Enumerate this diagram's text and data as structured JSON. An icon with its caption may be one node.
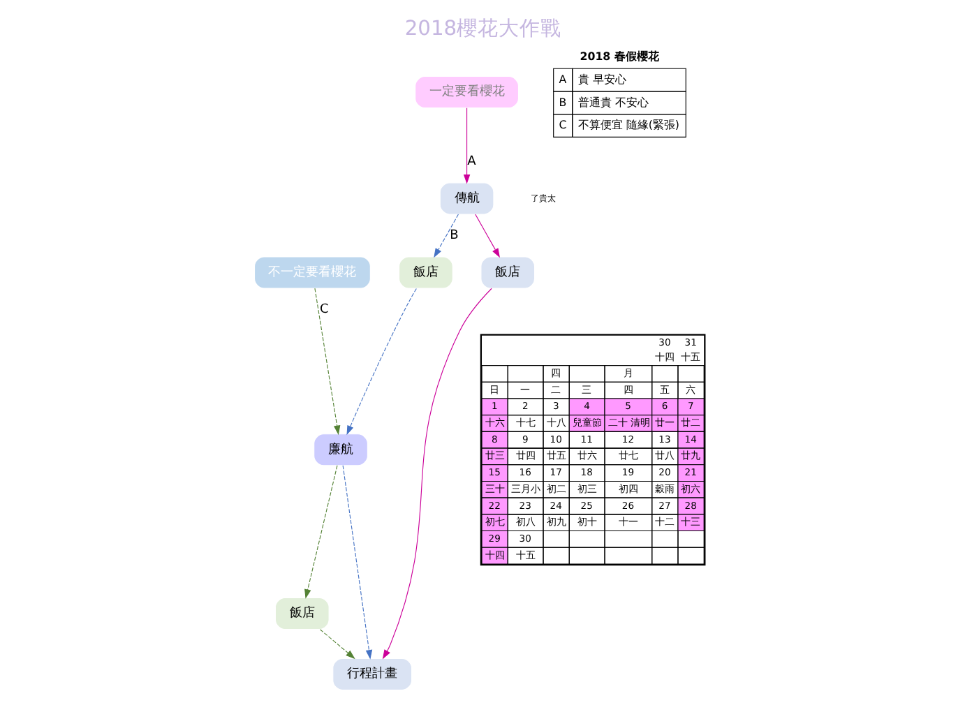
{
  "diagram": {
    "title": "2018櫻花大作戰",
    "nodes": [
      {
        "text": [
          "不一定要看櫻花"
        ]
      },
      {
        "text": [
          "一定要看櫻花"
        ]
      },
      {
        "text": [
          "傳航"
        ]
      },
      {
        "text": [
          "飯店"
        ]
      },
      {
        "text": [
          "飯店"
        ]
      },
      {
        "text": [
          "廉航"
        ]
      },
      {
        "text": [
          "飯店"
        ]
      },
      {
        "text": [
          "行程計畫"
        ]
      }
    ],
    "edges": [
      {
        "from": 0,
        "to": 5,
        "arrow": "to",
        "label": "C",
        "style": "dashed",
        "color": "#548235"
      },
      {
        "from": 1,
        "to": 2,
        "arrow": "to",
        "label": "A",
        "color": "#cc0099"
      },
      {
        "from": 2,
        "to": 3,
        "arrow": "to",
        "label": "B",
        "style": "dashed",
        "color": "#4472c4"
      },
      {
        "from": 2,
        "to": 4,
        "arrow": "to",
        "color": "#cc0099"
      },
      {
        "from": 3,
        "to": 5,
        "arrow": "to",
        "style": "dashed",
        "color": "#4472c4"
      },
      {
        "from": 4,
        "to": 7,
        "arrow": "to",
        "color": "#cc0099"
      },
      {
        "from": 5,
        "to": 6,
        "arrow": "to",
        "style": "dashed",
        "color": "#548235"
      },
      {
        "from": 5,
        "to": 7,
        "arrow": "to",
        "style": "dashed",
        "color": "#4472c4"
      },
      {
        "from": 6,
        "to": 7,
        "arrow": "to",
        "style": "dashed",
        "color": "#548235"
      }
    ],
    "labels": [
      "了貴太",
      "2018 春假櫻花",
      "A",
      "貴 早安心",
      "B",
      "普通貴 不安心",
      "C",
      "不算便宜 隨緣(緊張)",
      "30",
      "31",
      "十四",
      "十五",
      "四",
      "月",
      "日",
      "一",
      "二",
      "三",
      "四",
      "五",
      "六",
      "1",
      "2",
      "3",
      "4",
      "5",
      "6",
      "7",
      "十六",
      "十七",
      "十八",
      "兒童節",
      "二十 清明",
      "廿一",
      "廿二",
      "8",
      "9",
      "10",
      "11",
      "12",
      "13",
      "14",
      "廿三",
      "廿四",
      "廿五",
      "廿六",
      "廿七",
      "廿八",
      "廿九",
      "15",
      "16",
      "17",
      "18",
      "19",
      "20",
      "21",
      "三十",
      "三月小",
      "初二",
      "初三",
      "初四",
      "穀雨",
      "初六",
      "22",
      "23",
      "24",
      "25",
      "26",
      "27",
      "28",
      "初七",
      "初八",
      "初九",
      "初十",
      "十一",
      "十二",
      "十三",
      "29",
      "30",
      "十四",
      "十五"
    ]
  }
}
